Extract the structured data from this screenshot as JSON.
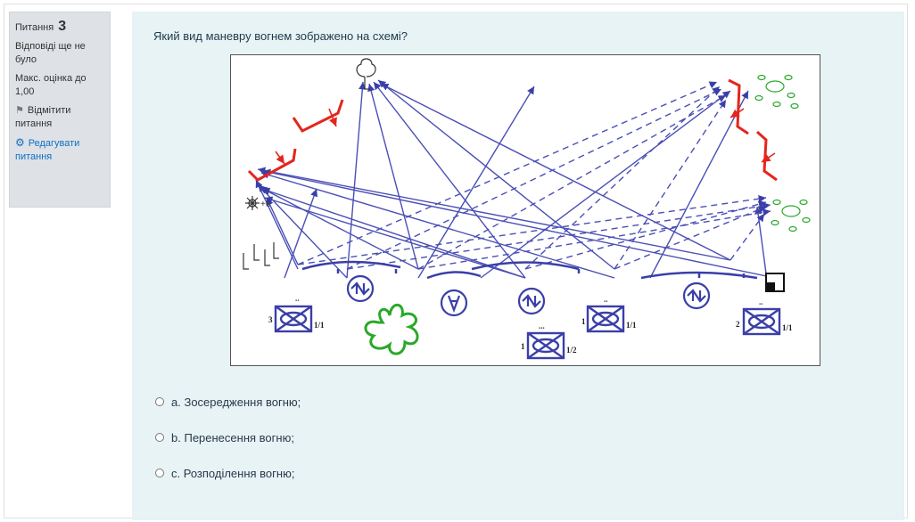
{
  "info": {
    "question_label": "Питання",
    "question_number": "3",
    "status": "Відповіді ще не було",
    "max_mark": "Макс. оцінка до 1,00",
    "flag": "Відмітити питання",
    "edit": "Редагувати питання"
  },
  "question": {
    "text": "Який вид маневру вогнем зображено на схемі?"
  },
  "diagram": {
    "labels": {
      "reference": "+6",
      "unit1": "3",
      "unit1_frac": "1/1",
      "unit2": "1",
      "unit2_frac": "1/2",
      "unit3": "1",
      "unit3_frac": "1/1",
      "unit4": "2",
      "unit4_frac": "1/1",
      "dots2": "∙∙",
      "dots3": "∙∙∙"
    }
  },
  "answers": [
    {
      "letter": "a.",
      "text": "Зосередження вогню;"
    },
    {
      "letter": "b.",
      "text": "Перенесення вогню;"
    },
    {
      "letter": "c.",
      "text": "Розподілення вогню;"
    }
  ]
}
